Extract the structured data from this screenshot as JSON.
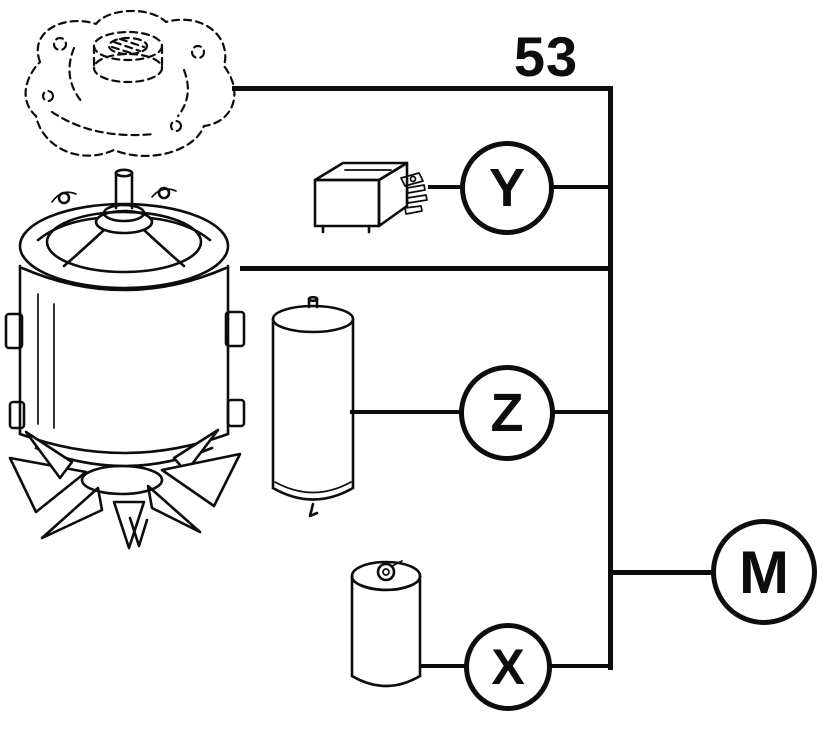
{
  "diagram": {
    "assembly_number": "53",
    "callouts": {
      "y": {
        "label": "Y"
      },
      "z": {
        "label": "Z"
      },
      "x": {
        "label": "X"
      },
      "m": {
        "label": "M"
      }
    },
    "parts": [
      {
        "icon": "fan-shroud-housing-drawing"
      },
      {
        "icon": "electric-motor-with-fan-drawing"
      },
      {
        "icon": "relay-switch-drawing"
      },
      {
        "icon": "cylindrical-capacitor-drawing"
      },
      {
        "icon": "small-canister-capacitor-drawing"
      }
    ],
    "colors": {
      "line": "#0d0d0d",
      "background": "#ffffff"
    }
  }
}
